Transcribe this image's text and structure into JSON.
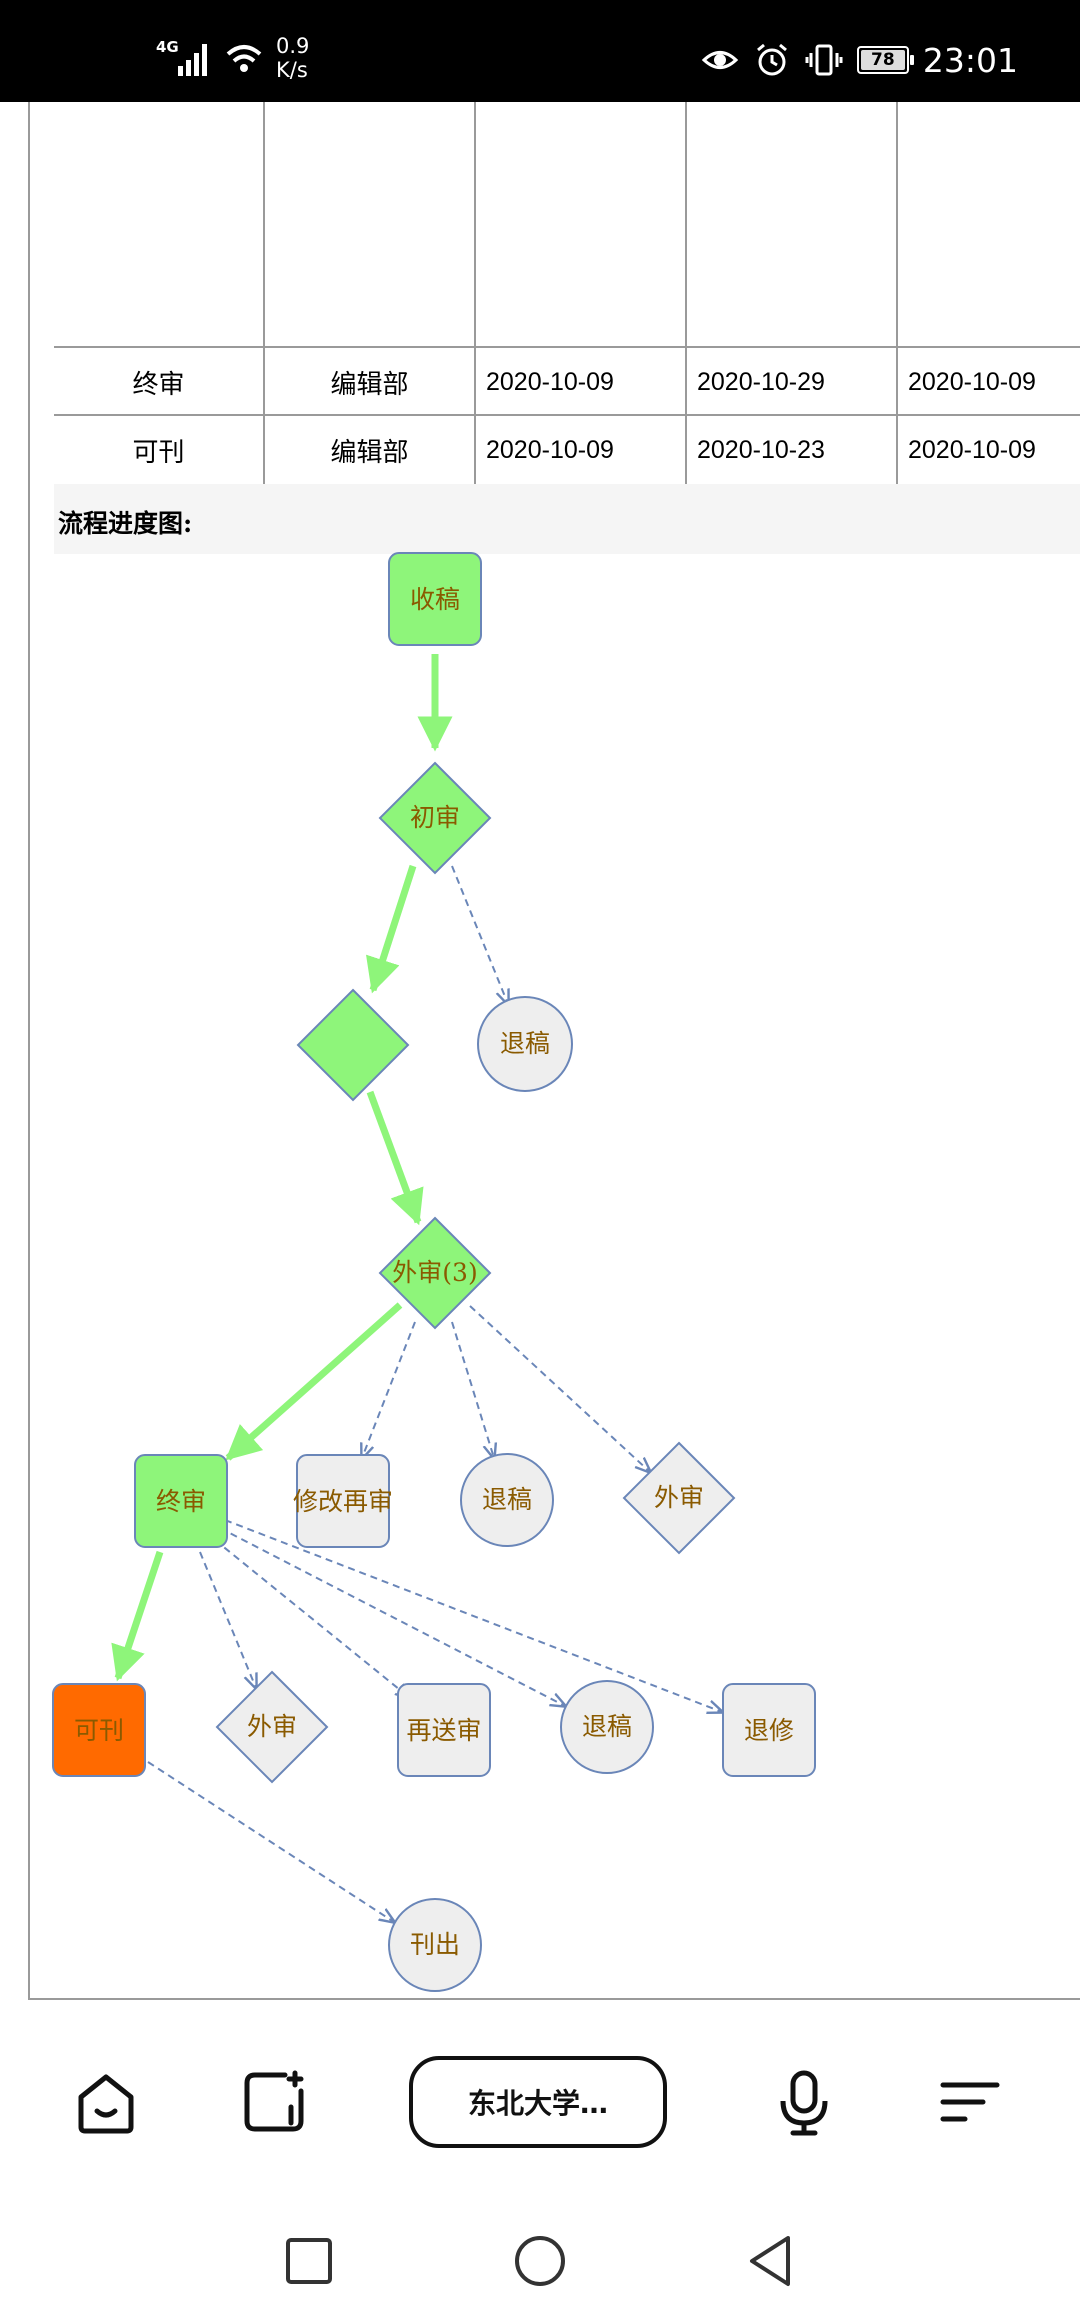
{
  "status_bar": {
    "network": "4G",
    "speed_value": "0.9",
    "speed_unit": "K/s",
    "battery": "78",
    "time": "23:01"
  },
  "table": {
    "rows": [
      [
        "",
        "",
        "",
        "",
        ""
      ],
      [
        "终审",
        "编辑部",
        "2020-10-09",
        "2020-10-29",
        "2020-10-09"
      ],
      [
        "可刊",
        "编辑部",
        "2020-10-09",
        "2020-10-23",
        "2020-10-09"
      ]
    ]
  },
  "section": {
    "title": "流程进度图:"
  },
  "flow": {
    "nodes": {
      "shougao": "收稿",
      "chushen": "初审",
      "tuigao1": "退稿",
      "waishen_main": "外审(3)",
      "zhongshen": "终审",
      "xiugai": "修改再审",
      "tuigao2": "退稿",
      "waishen_side": "外审",
      "kekan": "可刊",
      "waishen_b": "外审",
      "zaisong": "再送审",
      "tuigao3": "退稿",
      "tuixiu": "退修",
      "kanchu": "刊出"
    },
    "colors": {
      "done": "#8ef57a",
      "current": "#ff6a00",
      "pending": "#eeeeee",
      "border": "#6a86b8",
      "label": "#8a5a00"
    }
  },
  "toolbar": {
    "tab_title": "东北大学…"
  }
}
